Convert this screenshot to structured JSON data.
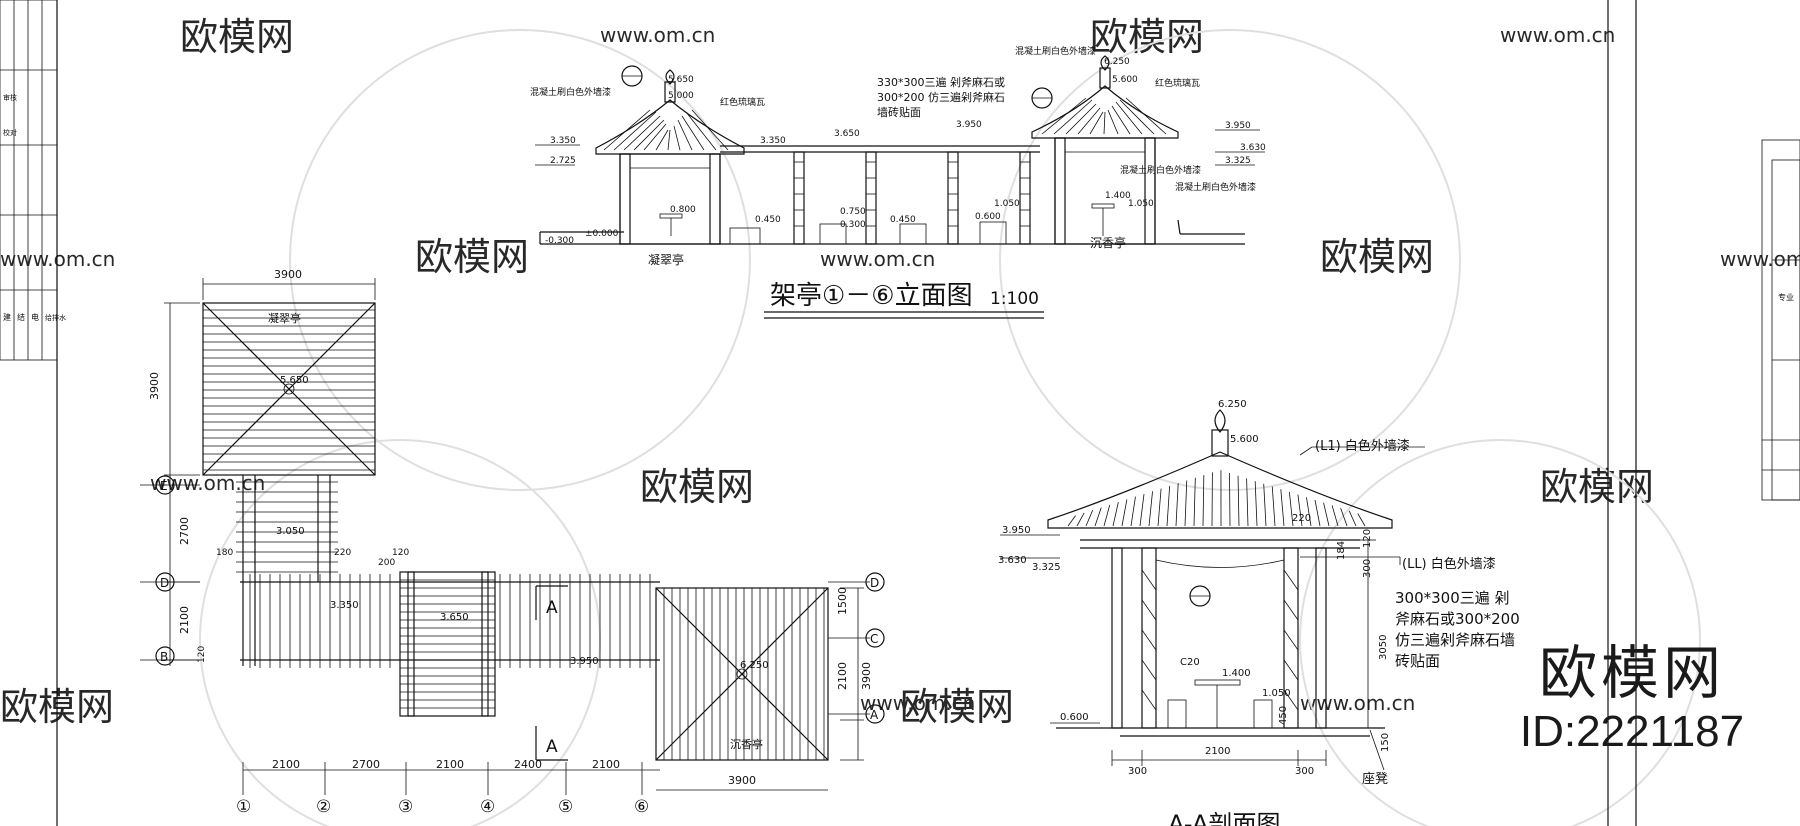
{
  "elevation": {
    "title": "架亭①－⑥立面图",
    "scale": "1:100",
    "pavilion_left": "凝翠亭",
    "pavilion_right": "沉香亭",
    "notes": [
      "混凝土刷白色外墙漆",
      "红色琉璃瓦",
      "330*300三遍 剁斧麻石或",
      "300*200 仿三遍剁斧麻石",
      "墙砖贴面",
      "混凝土刷白色外墙漆",
      "红色琉璃瓦",
      "混凝土刷白色外墙漆",
      "混凝土刷白色外墙漆"
    ],
    "levels": [
      "5.650",
      "5.000",
      "3.350",
      "2.725",
      "3.350",
      "3.650",
      "3.950",
      "0.800",
      "0.450",
      "0.750",
      "0.300",
      "0.450",
      "0.600",
      "1.050",
      "±0.000",
      "-0.300",
      "6.250",
      "5.600",
      "3.950",
      "3.630",
      "3.325",
      "1.400",
      "1.050"
    ]
  },
  "plan": {
    "pavilion_top": "凝翠亭",
    "pavilion_right": "沉香亭",
    "levels": [
      "5.650",
      "3.050",
      "3.350",
      "3.650",
      "3.950",
      "6.250"
    ],
    "dims_top": "3900",
    "dims_left": [
      "3900",
      "2700",
      "2100"
    ],
    "dims_bottom": [
      "2100",
      "2700",
      "2100",
      "2400",
      "2100"
    ],
    "dims_right": [
      "1500",
      "2100",
      "3900"
    ],
    "dim_bottom_right": "3900",
    "small_dims": [
      "180",
      "220",
      "200",
      "120",
      "120"
    ],
    "axes_rows": [
      "E",
      "D",
      "B",
      "D",
      "C",
      "A"
    ],
    "axes_cols": [
      "①",
      "②",
      "③",
      "④",
      "⑤",
      "⑥"
    ],
    "section_mark": "A"
  },
  "section": {
    "title": "A-A剖面图",
    "levels": [
      "6.250",
      "5.600",
      "3.950",
      "3.630",
      "3.325",
      "1.400",
      "1.050",
      "0.600"
    ],
    "labels": [
      "(L1) 白色外墙漆",
      "(LL) 白色外墙漆",
      "300*300三遍 剁",
      "斧麻石或300*200",
      "仿三遍剁斧麻石墙",
      "砖贴面",
      "座凳",
      "C20"
    ],
    "dims": [
      "2100",
      "300",
      "300",
      "3050",
      "450",
      "150",
      "220",
      "120",
      "184",
      "300"
    ]
  },
  "side_panel": {
    "chars": [
      "建",
      "结",
      "电",
      "给排水",
      "审核",
      "校对",
      "专业"
    ]
  },
  "watermark": {
    "text": "欧模网",
    "url": "www.om.cn"
  },
  "brand": {
    "name": "欧模网",
    "id": "ID:2221187"
  }
}
